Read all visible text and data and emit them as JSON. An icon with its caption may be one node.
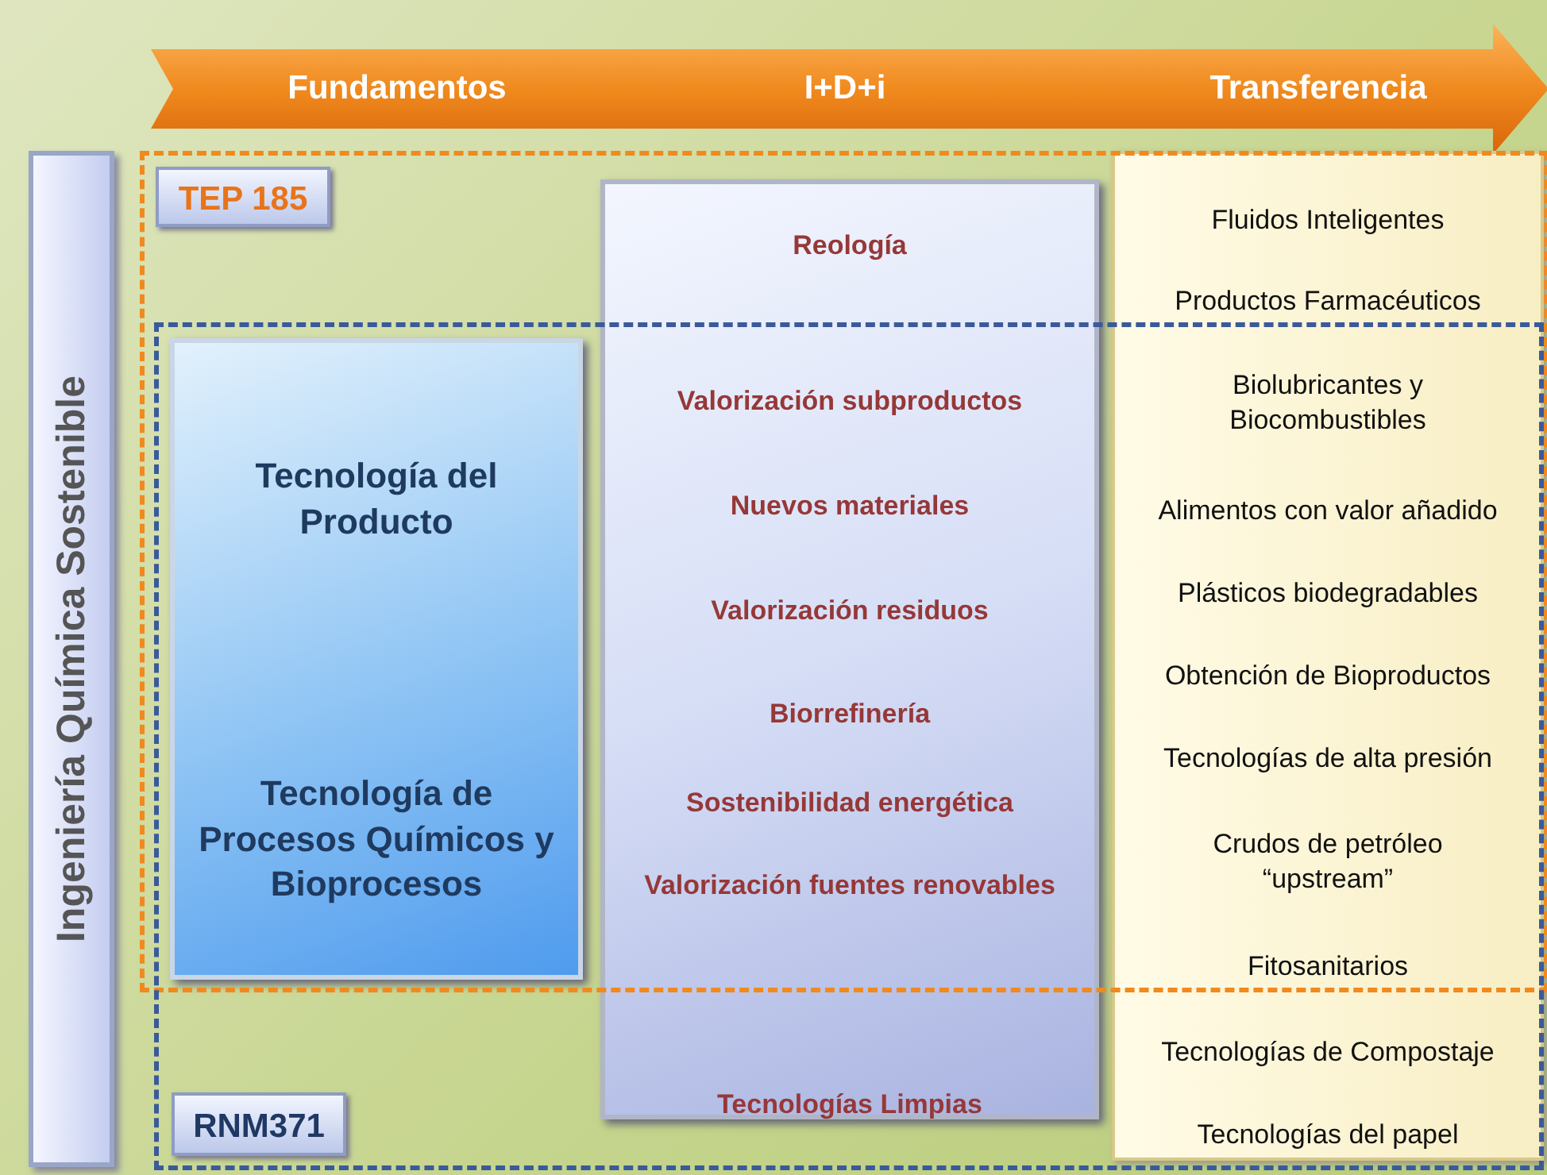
{
  "diagram": {
    "nodes": [
      {
        "text": [
          "Fundamentos",
          "I+D+i",
          "Transferencia"
        ]
      },
      {
        "text": [
          "Ingeniería Química Sostenible"
        ]
      },
      {
        "text": [
          "TEP 185"
        ]
      },
      {
        "text": [
          "RNM371"
        ]
      },
      {
        "text": [
          "Tecnología del Producto",
          "Tecnología de Procesos Químicos y Bioprocesos"
        ]
      },
      {
        "text": [
          "Reología",
          "Valorización subproductos",
          "Nuevos materiales",
          "Valorización residuos",
          "Biorrefinería",
          "Sostenibilidad energética",
          "Valorización fuentes renovables",
          "Tecnologías Limpias"
        ]
      },
      {
        "text": [
          "Fluidos Inteligentes",
          "Productos Farmacéuticos",
          "Biolubricantes y Biocombustibles",
          "Alimentos con valor añadido",
          "Plásticos biodegradables",
          "Obtención de Bioproductos",
          "Tecnologías de alta presión",
          "Crudos de petróleo “upstream”",
          "Fitosanitarios",
          "Tecnologías de Compostaje",
          "Tecnologías del papel"
        ]
      }
    ]
  }
}
